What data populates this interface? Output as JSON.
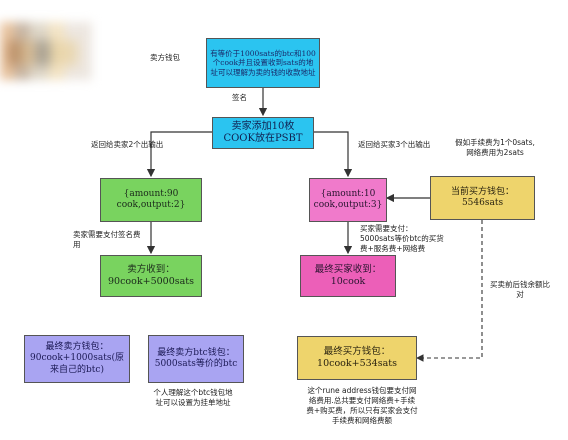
{
  "nodes": {
    "top": "有等价于1000sats的btc和100个cook并且设置收到sats的地址可以理解为卖的钱的收款地址",
    "psbt": "卖家添加10枚COOK放在PSBT",
    "out_seller": "{amount:90 cook,output:2}",
    "out_buyer": "{amount:10 cook,output:3}",
    "seller_recv": "卖方收到：90cook+5000sats",
    "buyer_recv": "最终买家收到：10cook",
    "buyer_wallet_now": "当前买方钱包：5546sats",
    "final_seller_wallet": "最终卖方钱包：90cook+1000sats(原来自己的btc)",
    "final_seller_btc_wallet": "最终卖方btc钱包：5000sats等价的btc",
    "final_buyer_wallet": "最终买方钱包：10cook+534sats"
  },
  "labels": {
    "seller_wallet": "卖方钱包",
    "sign": "签名",
    "return_seller": "返回给卖家2个出输出",
    "return_buyer": "返回给买家3个出输出",
    "fee_assume": "假如手续费为1个0sats,网络费用为2sats",
    "seller_pay": "卖家需要支付签名费用",
    "buyer_pay": "买家需要支付：5000sats等价btc的买货费+服务费+网络费",
    "buyer_balance": "买卖前后钱余额比对",
    "personal_note": "个人理解这个btc钱包地址可以设置为挂单地址",
    "rune_note": "这个rune address钱包要支付网络费用.总共要支付网络费+手续费+购买费，所以只有买家会支付手续费和网络费额"
  }
}
